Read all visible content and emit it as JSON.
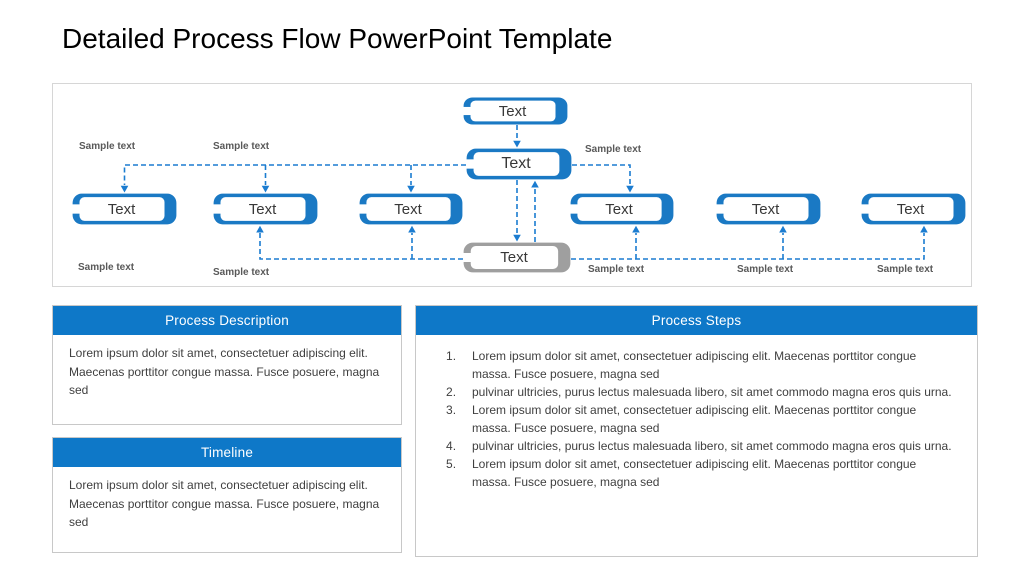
{
  "slide": {
    "title": "Detailed Process Flow PowerPoint Template"
  },
  "diagram": {
    "box_top": "Text",
    "box_hub": "Text",
    "box_end": "Text",
    "row_boxes": [
      "Text",
      "Text",
      "Text",
      "Text",
      "Text",
      "Text"
    ],
    "labels": [
      "Sample text",
      "Sample text",
      "Sample text",
      "Sample text",
      "Sample text",
      "Sample text",
      "Sample text",
      "Sample text"
    ],
    "colors": {
      "shape_blue": "#1a79c4",
      "shape_gray": "#9f9f9f",
      "connector_blue": "#1b7cd0",
      "label_gray": "#595959"
    }
  },
  "panels": {
    "header_color": "#0e78c8",
    "process_description": {
      "title": "Process Description",
      "body": "Lorem ipsum dolor sit amet, consectetuer adipiscing elit.  Maecenas porttitor congue massa. Fusce posuere, magna sed"
    },
    "timeline": {
      "title": "Timeline",
      "body": "Lorem ipsum dolor sit amet, consectetuer adipiscing elit.  Maecenas porttitor congue massa. Fusce posuere, magna sed"
    },
    "process_steps": {
      "title": "Process Steps",
      "items": [
        "Lorem ipsum dolor sit amet, consectetuer adipiscing elit.  Maecenas porttitor congue massa. Fusce posuere, magna sed",
        "pulvinar ultricies, purus lectus malesuada libero, sit amet commodo magna eros quis urna.",
        "Lorem ipsum dolor sit amet, consectetuer adipiscing elit.  Maecenas porttitor congue massa. Fusce posuere, magna sed",
        "pulvinar ultricies, purus lectus malesuada libero, sit amet commodo magna eros quis urna.",
        "Lorem ipsum dolor sit amet, consectetuer adipiscing elit.  Maecenas porttitor congue massa. Fusce posuere, magna sed"
      ]
    }
  }
}
